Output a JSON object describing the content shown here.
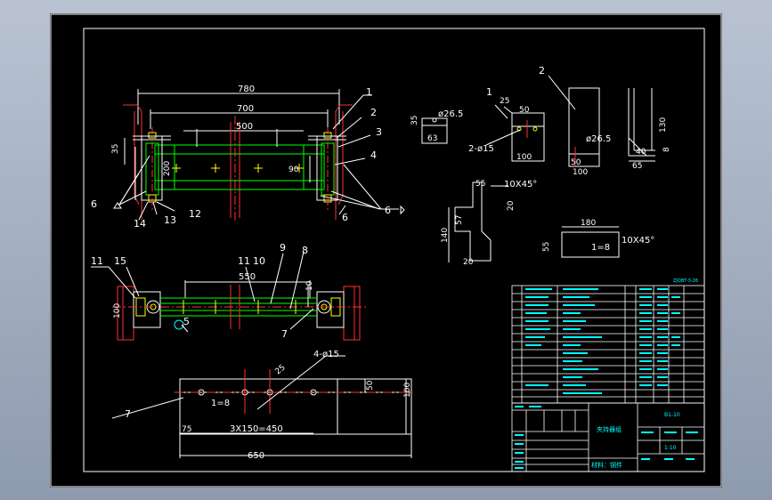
{
  "front_view": {
    "dims": {
      "d780": "780",
      "d700": "700",
      "d500": "500",
      "d35": "35",
      "d200": "200",
      "d90": "90"
    },
    "balloons": {
      "b1": "1",
      "b2": "2",
      "b3": "3",
      "b4": "4",
      "b6a": "6",
      "b6b": "6",
      "b6c": "6",
      "b12": "12",
      "b13": "13",
      "b14": "14"
    }
  },
  "top_view": {
    "dims": {
      "d550": "550",
      "d100": "100",
      "d10": "10"
    },
    "balloons": {
      "b11a": "11",
      "b15a": "15",
      "b11b": "11",
      "b10": "10",
      "b9": "9",
      "b8": "8",
      "b7": "7",
      "b5": "5"
    }
  },
  "part1": {
    "label": "1",
    "d35": "35",
    "d26_5": "ø26.5",
    "d63": "63",
    "d25": "25",
    "d50": "50",
    "hole": "2-ø15",
    "d100": "100"
  },
  "part2": {
    "label": "2",
    "d26_5": "ø26.5",
    "d50": "50",
    "d100": "100",
    "d40": "40",
    "d65": "65",
    "d130": "130",
    "d8": "8"
  },
  "part3": {
    "d55": "55",
    "chamfer": "10X45°",
    "d57": "57",
    "d20": "20",
    "d140": "140",
    "d20b": "20"
  },
  "part4": {
    "d180": "180",
    "d55": "55",
    "qty": "1=8",
    "chamfer": "10X45°"
  },
  "part7": {
    "label": "7",
    "holes": "4-ø15",
    "d25": "25",
    "d50": "50",
    "d100": "100",
    "qty": "1=8",
    "d75": "75",
    "spacing": "3X150=450",
    "d650": "650"
  },
  "title_block": {
    "name": "夹持器组",
    "material": "材料：钢件",
    "drawing_no": "B1-10",
    "ratio": "1:10",
    "corner": "ZJQBT-3-26"
  }
}
